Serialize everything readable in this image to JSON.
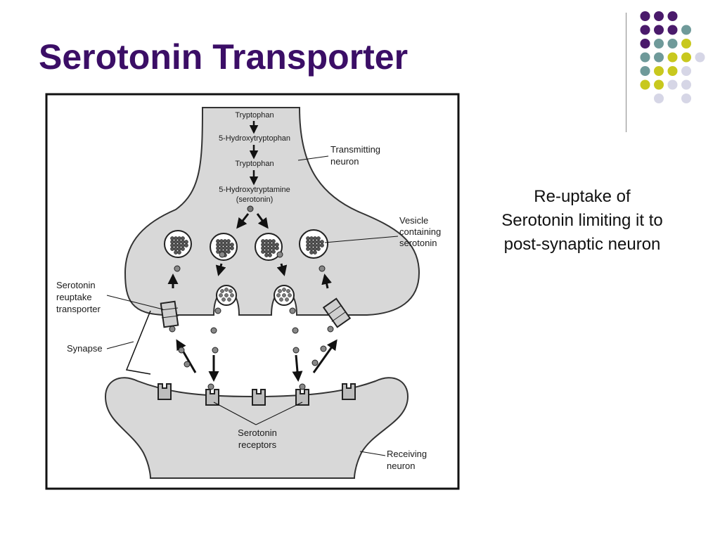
{
  "slide": {
    "title": "Serotonin Transporter",
    "caption_lines": [
      "Re-uptake of",
      "Serotonin limiting it to",
      "post-synaptic neuron"
    ]
  },
  "diagram": {
    "pathway": [
      "Tryptophan",
      "5-Hydroxytryptophan",
      "Tryptophan",
      "5-Hydroxytryptamine",
      "(serotonin)"
    ],
    "labels": {
      "transmitting_1": "Transmitting",
      "transmitting_2": "neuron",
      "vesicle_1": "Vesicle",
      "vesicle_2": "containing",
      "vesicle_3": "serotonin",
      "reuptake_1": "Serotonin",
      "reuptake_2": "reuptake",
      "reuptake_3": "transporter",
      "synapse": "Synapse",
      "receptors_1": "Serotonin",
      "receptors_2": "receptors",
      "receiving_1": "Receiving",
      "receiving_2": "neuron"
    }
  },
  "theme": {
    "title_color": "#3b0e66",
    "dot_colors": [
      "#4a1a6b",
      "#6f9a9a",
      "#c8c81e",
      "#d6d6e6"
    ]
  }
}
